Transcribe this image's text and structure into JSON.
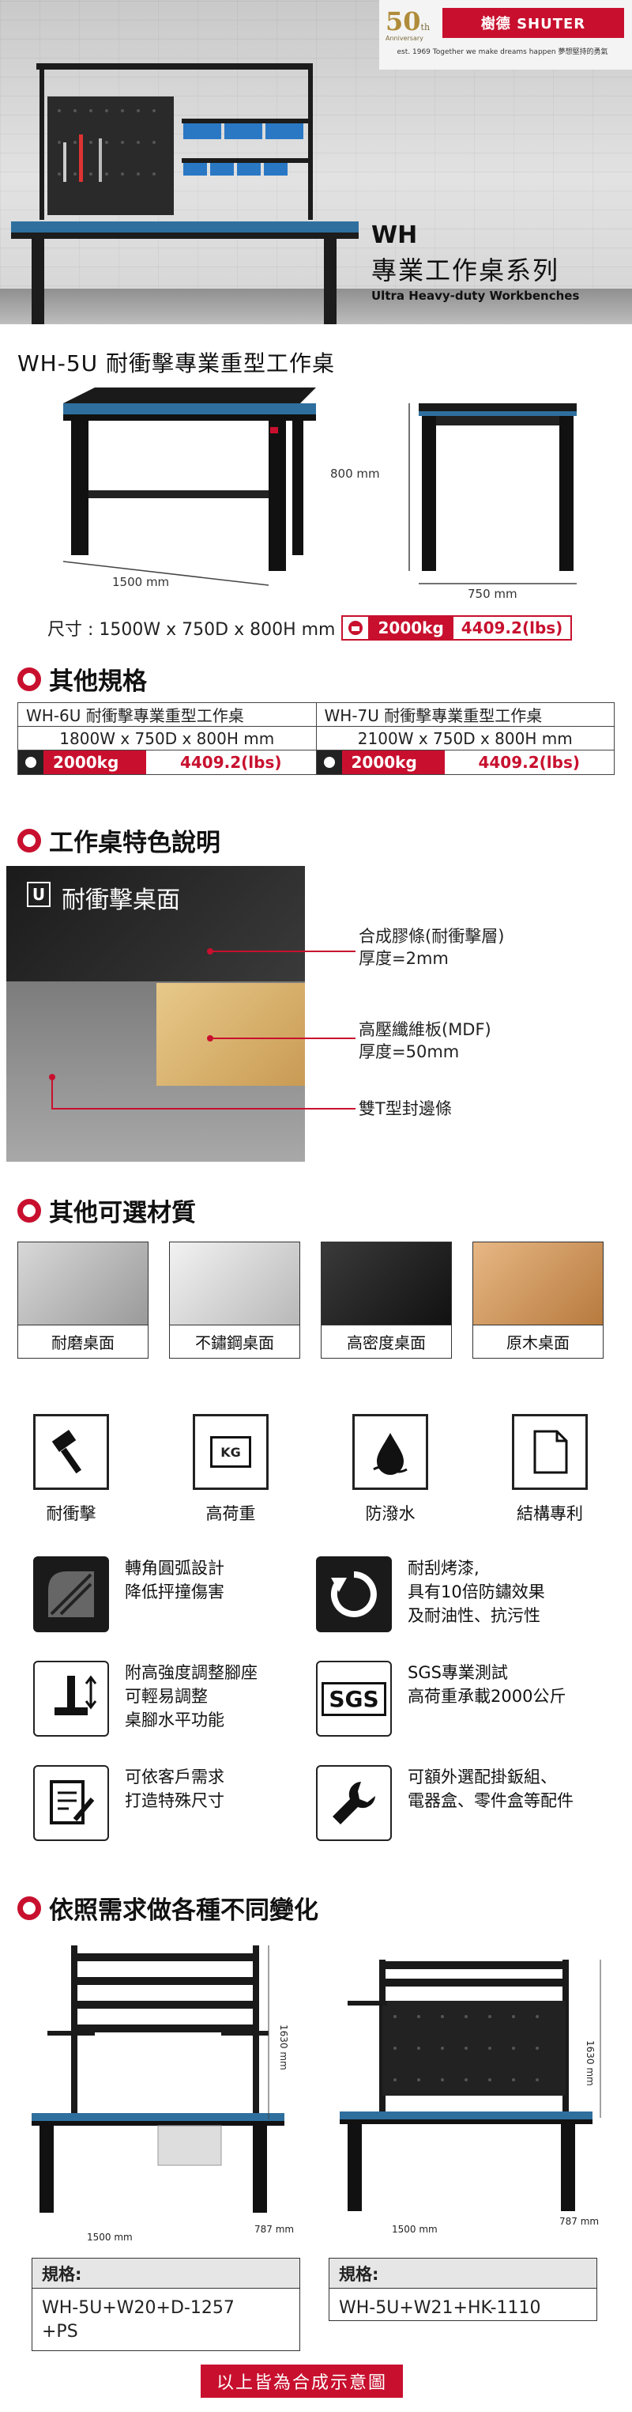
{
  "brand": {
    "anniv": "50",
    "anniv_sub": "th",
    "anniv_word": "Anniversary",
    "name": "樹德 SHUTER",
    "tagline": "est. 1969 Together we make dreams happen 夢想堅持的勇氣"
  },
  "hero": {
    "code": "WH",
    "series_zh": "專業工作桌系列",
    "series_en": "Ultra Heavy-duty Workbenches"
  },
  "product": {
    "title": "WH-5U 耐衝擊專業重型工作桌",
    "height_dim": "800 mm",
    "width_dim": "1500 mm",
    "depth_dim": "750 mm",
    "size_label": "尺寸 : 1500W x 750D x 800H mm",
    "load_kg": "2000kg",
    "load_lbs": "4409.2(lbs)"
  },
  "other_specs": {
    "heading": "其他規格",
    "cols": [
      {
        "name": "WH-6U 耐衝擊專業重型工作桌",
        "size": "1800W x 750D x 800H mm",
        "kg": "2000kg",
        "lbs": "4409.2(lbs)"
      },
      {
        "name": "WH-7U 耐衝擊專業重型工作桌",
        "size": "2100W x 750D x 800H mm",
        "kg": "2000kg",
        "lbs": "4409.2(lbs)"
      }
    ]
  },
  "features": {
    "heading": "工作桌特色說明",
    "badge": "U",
    "title": "耐衝擊桌面",
    "callouts": [
      {
        "l1": "合成膠條(耐衝擊層)",
        "l2": "厚度=2mm"
      },
      {
        "l1": "高壓纖維板(MDF)",
        "l2": "厚度=50mm"
      },
      {
        "l1": "雙T型封邊條",
        "l2": ""
      }
    ]
  },
  "materials": {
    "heading": "其他可選材質",
    "items": [
      "耐磨桌面",
      "不鏽鋼桌面",
      "高密度桌面",
      "原木桌面"
    ]
  },
  "icons": {
    "items": [
      "耐衝擊",
      "高荷重",
      "防潑水",
      "結構專利"
    ],
    "kg": "KG"
  },
  "benefits": [
    {
      "l1": "轉角圓弧設計",
      "l2": "降低抨撞傷害",
      "l3": ""
    },
    {
      "l1": "耐刮烤漆,",
      "l2": "具有10倍防鏽效果",
      "l3": "及耐油性、抗污性"
    },
    {
      "l1": "附高強度調整腳座",
      "l2": "可輕易調整",
      "l3": "桌腳水平功能"
    },
    {
      "l1": "SGS專業測試",
      "l2": "高荷重承載2000公斤",
      "l3": ""
    },
    {
      "l1": "可依客戶需求",
      "l2": "打造特殊尺寸",
      "l3": ""
    },
    {
      "l1": "可額外選配掛鈑組、",
      "l2": "電器盒、零件盒等配件",
      "l3": ""
    }
  ],
  "sgs": "SGS",
  "variants": {
    "heading": "依照需求做各種不同變化",
    "h_dim": "1630 mm",
    "w_dim": "1500 mm",
    "d_dim": "787 mm",
    "spec_label": "規格:",
    "items": [
      {
        "spec1": "WH-5U+W20+D-1257",
        "spec2": "+PS"
      },
      {
        "spec1": "WH-5U+W21+HK-1110",
        "spec2": ""
      }
    ]
  },
  "footer": "以上皆為合成示意圖",
  "colors": {
    "accent": "#c8102e",
    "top": "#1a1a1a",
    "blue_edge": "#2e6f9e"
  }
}
